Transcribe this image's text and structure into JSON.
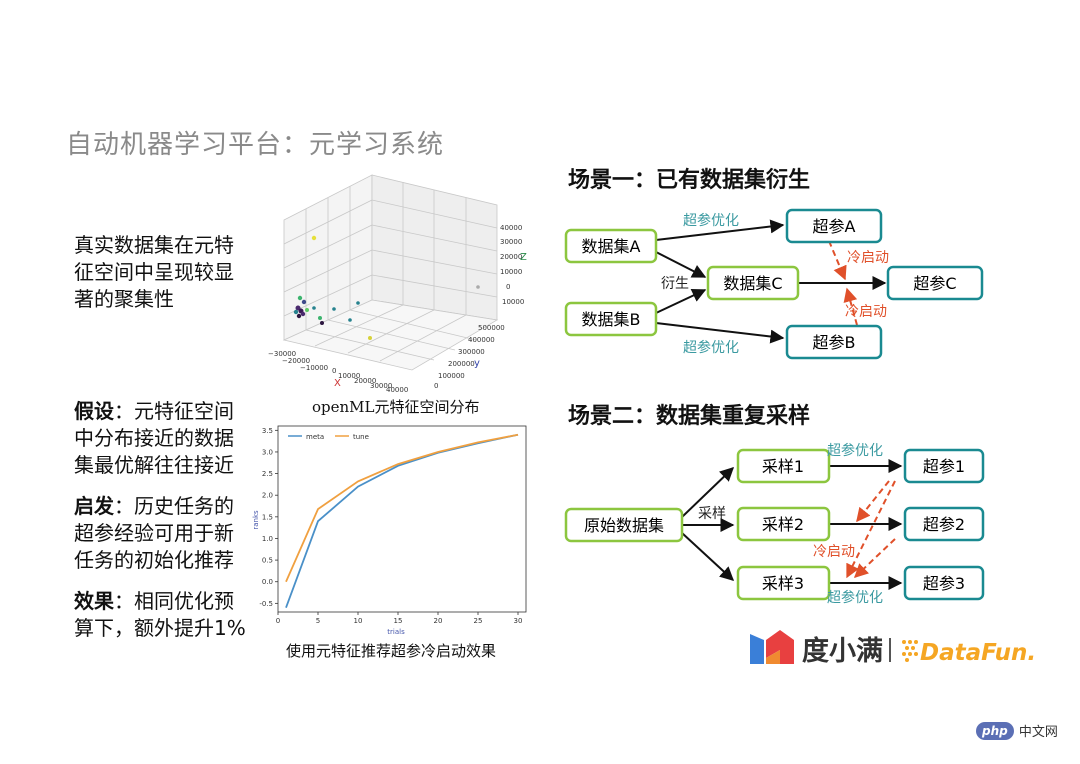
{
  "slide": {
    "title": "自动机器学习平台：元学习系统",
    "left": {
      "observation": "真实数据集在元特征空间中呈现较显著的聚集性",
      "hypothesis_label": "假设",
      "hypothesis_text": "：元特征空间中分布接近的数据集最优解往往接近",
      "insight_label": "启发",
      "insight_text": "：历史任务的超参经验可用于新任务的初始化推荐",
      "effect_label": "效果",
      "effect_text": "：相同优化预算下，额外提升1%"
    },
    "fig1": {
      "caption": "openML元特征空间分布",
      "z_ticks": [
        "40000",
        "30000",
        "20000",
        "10000",
        "0",
        "10000"
      ],
      "y_ticks": [
        "500000",
        "400000",
        "300000",
        "200000",
        "100000",
        "0"
      ],
      "x_ticks": [
        "−30000",
        "−20000",
        "−10000",
        "0",
        "10000",
        "20000",
        "30000",
        "40000"
      ],
      "x_label": "X",
      "y_label": "y",
      "z_label": "Z"
    },
    "scene1": {
      "title": "场景一：已有数据集衍生",
      "nodes": {
        "a": "数据集A",
        "b": "数据集B",
        "c": "数据集C",
        "hpa": "超参A",
        "hpb": "超参B",
        "hpc": "超参C"
      },
      "labels": {
        "opt_top": "超参优化",
        "opt_bottom": "超参优化",
        "derive": "衍生",
        "warm1": "冷启动",
        "warm2": "冷启动"
      }
    },
    "scene2": {
      "title": "场景二：数据集重复采样",
      "nodes": {
        "src": "原始数据集",
        "s1": "采样1",
        "s2": "采样2",
        "s3": "采样3",
        "h1": "超参1",
        "h2": "超参2",
        "h3": "超参3"
      },
      "labels": {
        "opt_top": "超参优化",
        "opt_bottom": "超参优化",
        "sample": "采样",
        "warm": "冷启动"
      }
    },
    "logo": {
      "brand_cn": "度小满",
      "brand_en": "DataFun."
    },
    "watermark": {
      "badge": "php",
      "text": "中文网"
    },
    "colors": {
      "node_green": "#8cc63f",
      "node_teal": "#1a8a91",
      "label_teal": "#3b9aa1",
      "warm_red": "#e0502a",
      "title_gray": "#8a8a8a"
    }
  },
  "chart_data": {
    "type": "line",
    "caption": "使用元特征推荐超参冷启动效果",
    "xlabel": "trials",
    "ylabel": "ranks",
    "xlim": [
      0,
      31
    ],
    "ylim": [
      -0.7,
      3.6
    ],
    "x_ticks": [
      0,
      5,
      10,
      15,
      20,
      25,
      30
    ],
    "y_ticks": [
      -0.5,
      0.0,
      0.5,
      1.0,
      1.5,
      2.0,
      2.5,
      3.0,
      3.5
    ],
    "legend_position": "top-left",
    "series": [
      {
        "name": "meta",
        "color": "#4a90c8",
        "x": [
          1,
          5,
          10,
          15,
          20,
          25,
          30
        ],
        "y": [
          -0.6,
          1.4,
          2.2,
          2.68,
          2.98,
          3.2,
          3.4
        ]
      },
      {
        "name": "tune",
        "color": "#f0a040",
        "x": [
          1,
          5,
          10,
          15,
          20,
          25,
          30
        ],
        "y": [
          0.0,
          1.68,
          2.32,
          2.72,
          3.0,
          3.22,
          3.4
        ]
      }
    ]
  }
}
